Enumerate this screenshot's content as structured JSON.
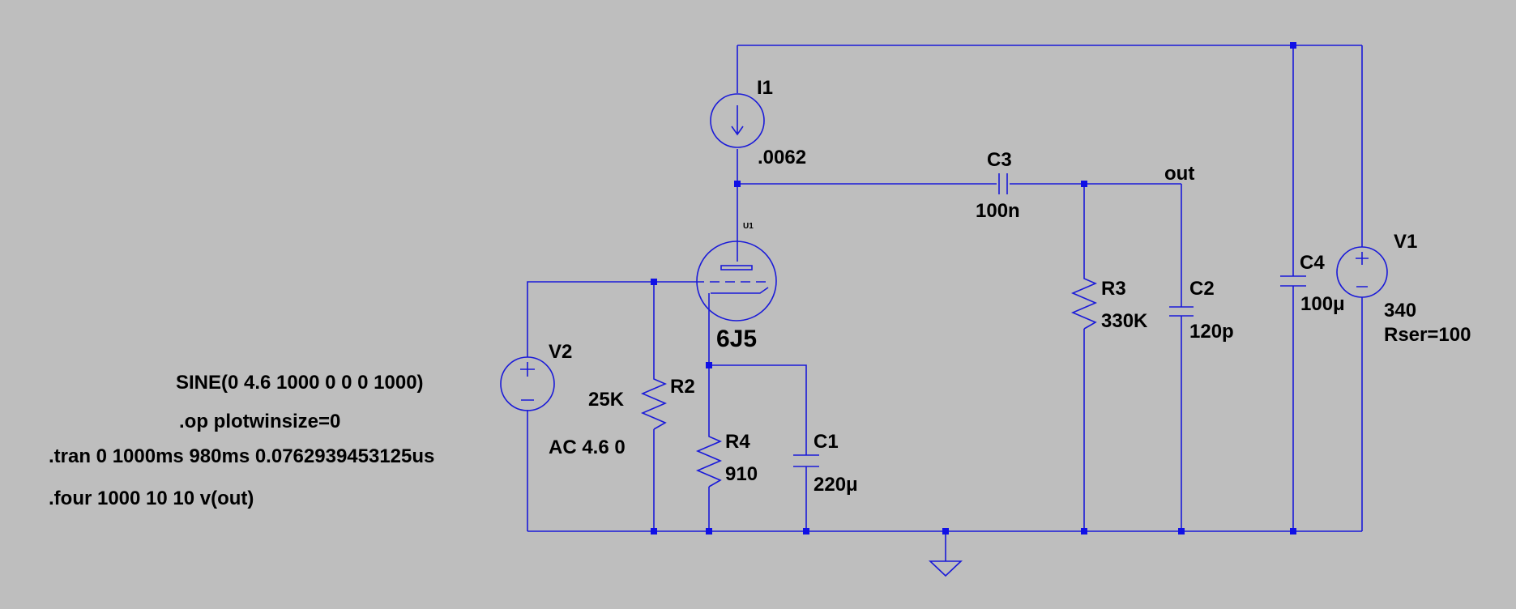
{
  "components": {
    "I1": {
      "name": "I1",
      "value": ".0062"
    },
    "C3": {
      "name": "C3",
      "value": "100n"
    },
    "out_label": "out",
    "U1": {
      "name": "U1",
      "model": "6J5"
    },
    "C4": {
      "name": "C4",
      "value": "100μ"
    },
    "V1": {
      "name": "V1",
      "value": "340",
      "param": "Rser=100"
    },
    "R3": {
      "name": "R3",
      "value": "330K"
    },
    "C2": {
      "name": "C2",
      "value": "120p"
    },
    "V2": {
      "name": "V2",
      "source": "SINE(0 4.6 1000 0 0 0 1000)",
      "ac": "AC 4.6 0"
    },
    "R2": {
      "name": "R2",
      "value": "25K"
    },
    "R4": {
      "name": "R4",
      "value": "910"
    },
    "C1": {
      "name": "C1",
      "value": "220μ"
    }
  },
  "directives": {
    "op": ".op plotwinsize=0",
    "tran": ".tran 0 1000ms 980ms 0.0762939453125us",
    "four": ".four 1000 10 10  v(out)"
  },
  "colors": {
    "background": "#bebebe",
    "wire": "#1a1ad8",
    "node": "#1010e6",
    "text": "#000000"
  }
}
